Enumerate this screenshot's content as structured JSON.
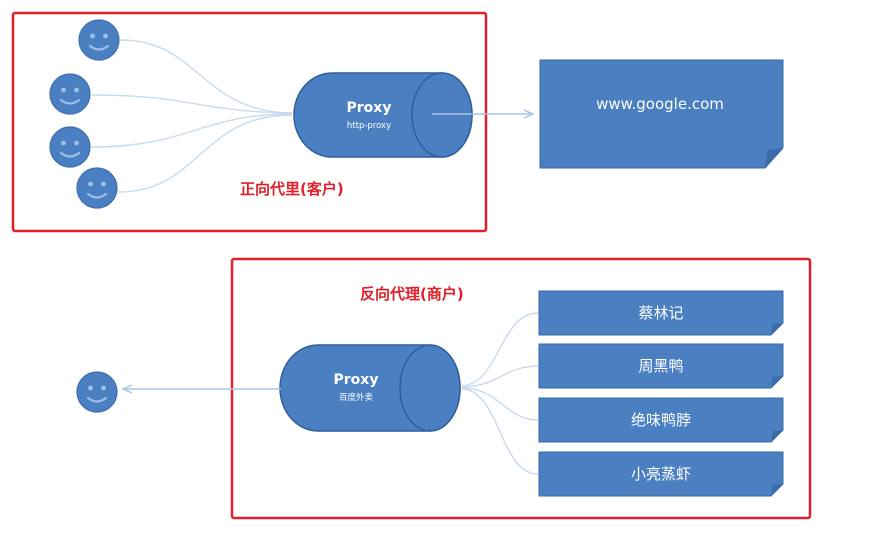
{
  "forward_section": {
    "label": "正向代里(客户)",
    "proxy_title": "Proxy",
    "proxy_subtitle": "http-proxy",
    "target": "www.google.com",
    "client_icons": [
      "smiley-icon",
      "smiley-icon",
      "smiley-icon",
      "smiley-icon"
    ]
  },
  "reverse_section": {
    "label": "反向代理(商户)",
    "proxy_title": "Proxy",
    "proxy_subtitle": "百度外卖",
    "client_icons": [
      "smiley-icon"
    ],
    "merchants": [
      "蔡林记",
      "周黑鸭",
      "绝味鸭脖",
      "小亮蒸虾"
    ]
  },
  "colors": {
    "frame": "#e0202a",
    "shape_fill": "#4a7fc1",
    "connector": "#c7daef"
  }
}
